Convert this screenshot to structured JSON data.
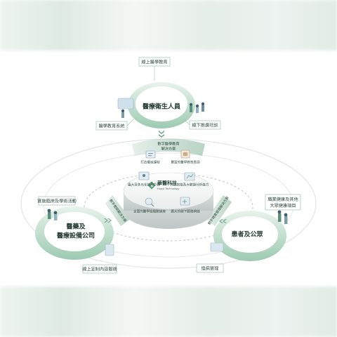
{
  "top_node": {
    "title": "醫療衛生人員",
    "label_top": "線上醫學教育",
    "label_left": "醫學教育系統",
    "label_right": "線下推廣培訓"
  },
  "left_node": {
    "title_line1": "醫藥及",
    "title_line2": "醫療設備公司",
    "label_top": "實施臨床及學術活動",
    "label_bottom": "線上定制內容服務"
  },
  "right_node": {
    "title": "患者及公眾",
    "label_top_line1": "職業健康及其他",
    "label_top_line2": "大眾健康項目",
    "label_bottom": "慢病管理"
  },
  "center": {
    "brand": "華醫科技",
    "brand_en": "Huayi Technology",
    "arc_label_top_line1": "數字醫學教育",
    "arc_label_top_line2": "解決方案",
    "arc_label_left": "數字營銷解決方案",
    "arc_label_right": "數字健康管理解決方案",
    "modules": [
      "打造權威課程",
      "豐富的醫學教育資源",
      "龐大及多元化的用戶群",
      "人工智能及大數據分析能力",
      "全面的醫學檢驗數據庫",
      "廣大的線下服務網絡"
    ]
  },
  "colors": {
    "accent": "#5f9c7e",
    "ring_light": "#d7eae0",
    "ring_dark": "#2c5a47",
    "label_border": "#9ec3b0"
  }
}
